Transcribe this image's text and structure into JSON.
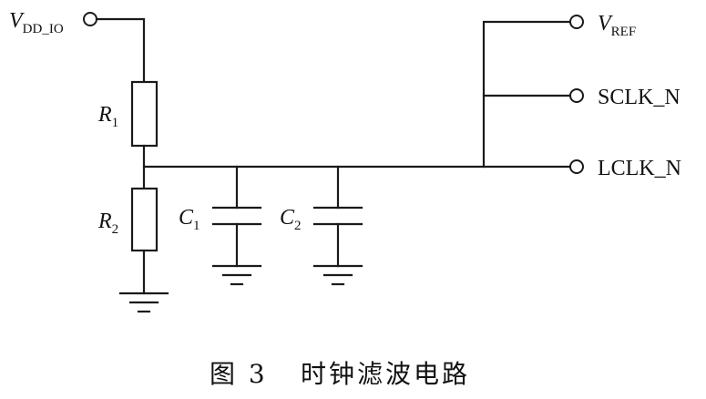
{
  "terminals": {
    "vdd_io": {
      "main": "V",
      "sub": "DD_IO"
    },
    "vref": {
      "main": "V",
      "sub": "REF"
    },
    "sclk_n": "SCLK_N",
    "lclk_n": "LCLK_N"
  },
  "components": {
    "r1": {
      "main": "R",
      "sub": "1"
    },
    "r2": {
      "main": "R",
      "sub": "2"
    },
    "c1": {
      "main": "C",
      "sub": "1"
    },
    "c2": {
      "main": "C",
      "sub": "2"
    }
  },
  "caption": {
    "number": "图 3",
    "title": "时钟滤波电路"
  }
}
